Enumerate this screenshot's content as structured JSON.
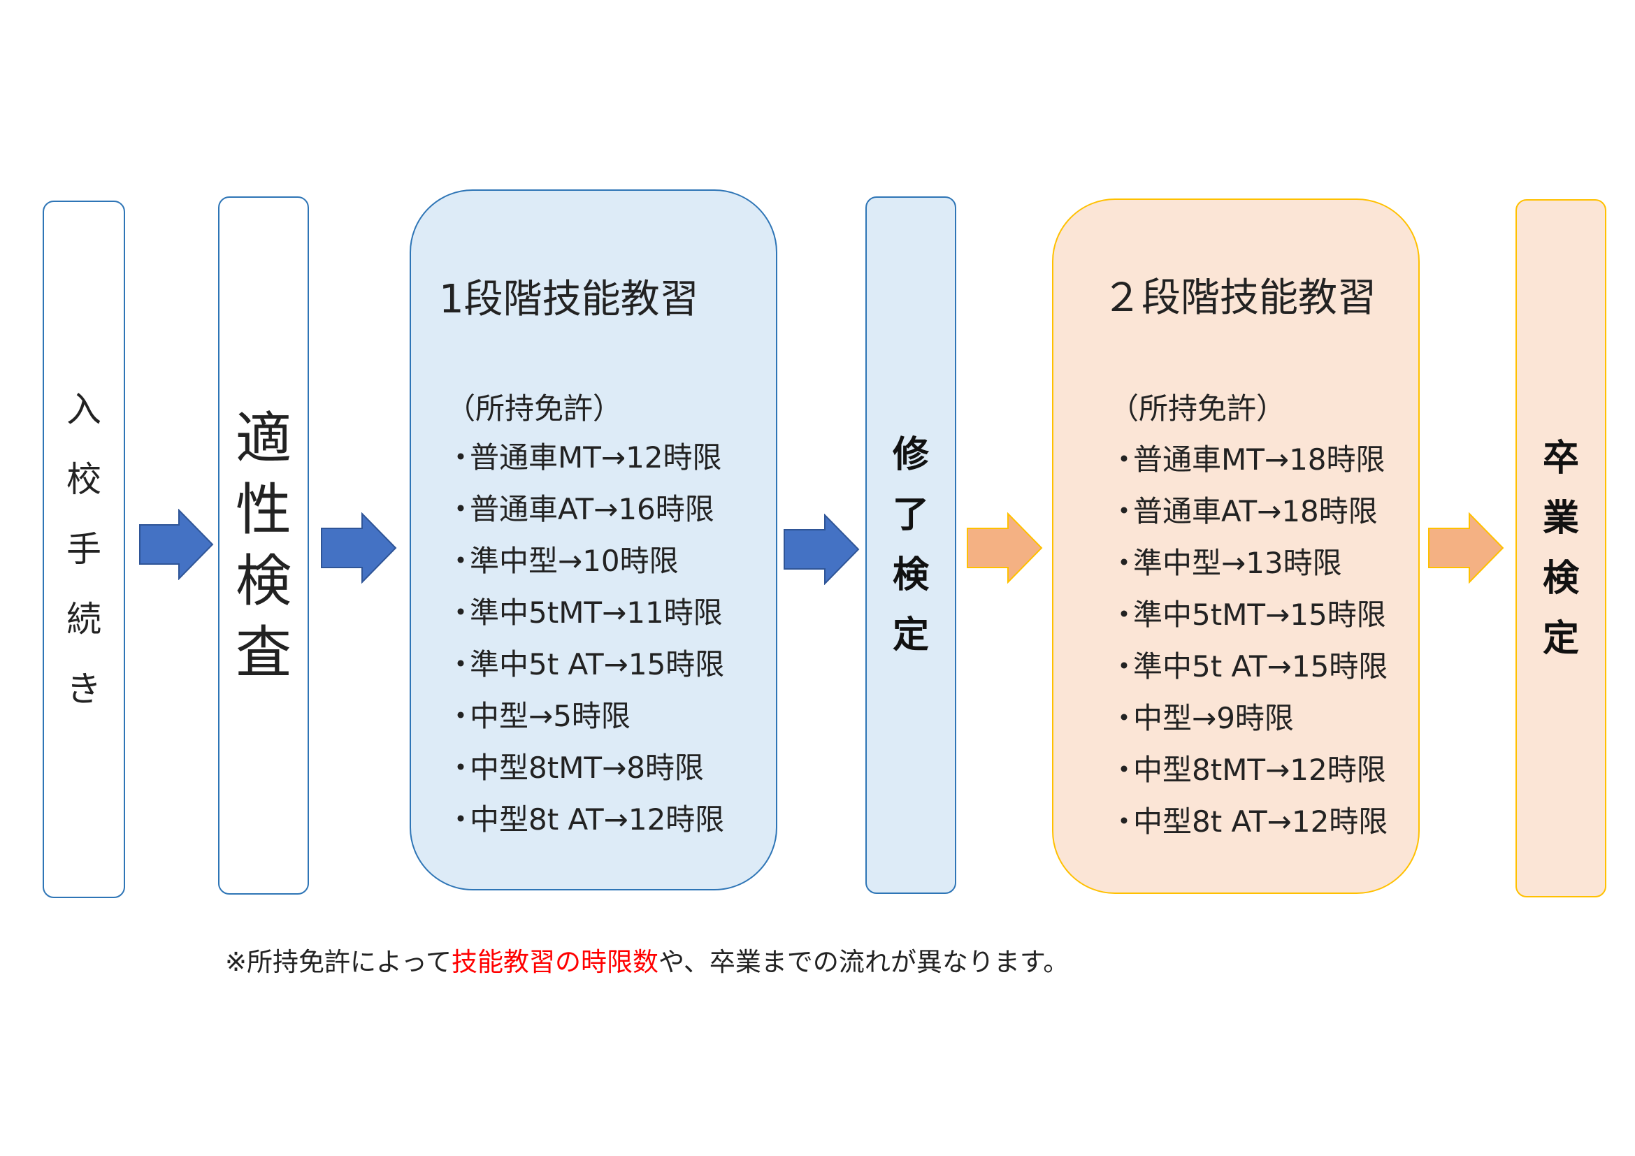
{
  "colors": {
    "blue_border": "#2e75b6",
    "blue_fill": "#ddebf7",
    "blue_arrow": "#4472c4",
    "orange_border": "#ffc000",
    "orange_fill": "#fbe5d6",
    "orange_arrow": "#f4b183",
    "highlight_text": "#ff0000"
  },
  "steps": {
    "enroll": [
      "入",
      "校",
      "手",
      "続",
      "き"
    ],
    "aptitude": [
      "適",
      "性",
      "検",
      "査"
    ],
    "mid_exam": [
      "修",
      "了",
      "検",
      "定"
    ],
    "final_exam": [
      "卒",
      "業",
      "検",
      "定"
    ]
  },
  "stage1": {
    "title": "1段階技能教習",
    "subtitle": "（所持免許）",
    "bullet": "・",
    "items": [
      "普通車MT→12時限",
      "普通車AT→16時限",
      "準中型→10時限",
      "準中5tMT→11時限",
      "準中5t AT→15時限",
      "中型→5時限",
      "中型8tMT→8時限",
      "中型8t AT→12時限"
    ]
  },
  "stage2": {
    "title": "２段階技能教習",
    "subtitle": "（所持免許）",
    "bullet": "・",
    "items": [
      "普通車MT→18時限",
      "普通車AT→18時限",
      "準中型→13時限",
      "準中5tMT→15時限",
      "準中5t AT→15時限",
      "中型→9時限",
      "中型8tMT→12時限",
      "中型8t AT→12時限"
    ]
  },
  "footnote": {
    "prefix": "※所持免許によって",
    "highlight": "技能教習の時限数",
    "suffix": "や、卒業までの流れが異なります。"
  }
}
